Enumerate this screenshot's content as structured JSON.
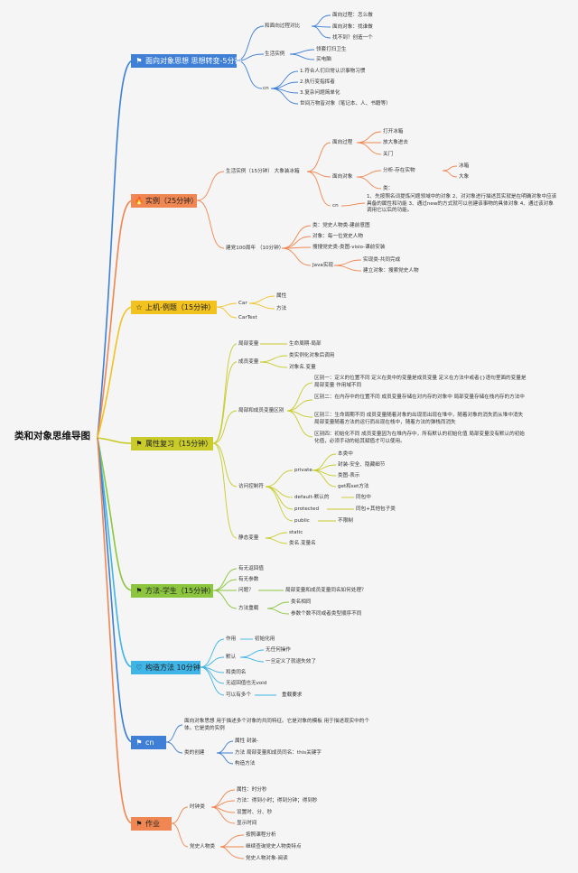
{
  "root": "类和对象思维导图",
  "branches": {
    "b1": {
      "label": "面向对象思想 思想转变-5分钟",
      "icon": "flag-icon",
      "color": "#3f7fd6"
    },
    "b2": {
      "label": "实例（25分钟）",
      "icon": "fire-icon",
      "color": "#f08651"
    },
    "b3": {
      "label": "上机-例题（15分钟）",
      "icon": "star-icon",
      "color": "#f2c21f"
    },
    "b4": {
      "label": "属性复习（15分钟）",
      "icon": "flag-icon",
      "color": "#c8cb2a"
    },
    "b5": {
      "label": "方法-学生（15分钟）",
      "icon": "flag-icon",
      "color": "#8cc63f"
    },
    "b6": {
      "label": "构造方法 10分钟",
      "icon": "heart-icon",
      "color": "#3fb4e6"
    },
    "b7": {
      "label": "cn",
      "icon": "flag-icon",
      "color": "#3f7fd6"
    },
    "b8": {
      "label": "作业",
      "icon": "flag-icon",
      "color": "#f08651"
    }
  },
  "nodes": {
    "b1": {
      "a": "和面向过程对比",
      "a1": "面向过程：怎么做",
      "a2": "面向对象：找谁做",
      "a3": "找不到？创造一个",
      "b": "生活实例",
      "b1": "领套打扫卫生",
      "b2": "买电脑",
      "c": "cn",
      "c1": "1.符合人们日常认识事物习惯",
      "c2": "2.执行变指挥者",
      "c3": "3.复杂问题简单化",
      "c4": "世间万物皆对象（笔记本、人、书籍等）"
    },
    "b2": {
      "a": "生活实例（15分钟） 大象装冰箱",
      "a1": "面向过程",
      "a1a": "打开冰箱",
      "a1b": "放大象进去",
      "a1c": "关门",
      "a2": "面向对象",
      "a2a": "分析-存在实物",
      "a2a1": "冰箱",
      "a2a2": "大象",
      "a2b": "类：",
      "a3": "cn",
      "a3t": "1、先按照名词提炼问题领域中的对象 2、对对象进行描述其实就是在明确对象中应该具备的属性和功能 3、通过new的方式就可以创建该事物的具体对象 4、通过该对象调用它以后的功能。",
      "b": "建党100周年 （10分钟）",
      "b1": "类：党史人物类-建前意图",
      "b2": "对象：每一位党史人物",
      "b3": "搜搜党史类-类图-visio-课前安装",
      "b4": "Java实现",
      "b4a": "实现类-共同完成",
      "b4b": "建立对象：搜索党史人物"
    },
    "b3": {
      "a": "Car",
      "a1": "属性",
      "a2": "方法",
      "b": "CarTest"
    },
    "b4": {
      "a": "局部变量",
      "a1": "生命周期-局部",
      "b": "成员变量",
      "b1": "类实例化对象后调用",
      "b2": "对象名.变量",
      "c": "局部和成员变量区别",
      "c1": "区别一：定义的位置不同 定义在类中的变量是成员变量 定义在方法中或者{}语句里面的变量是局部变量 作用域不同",
      "c2": "区别二：在内存中的位置不同 成员变量存储在对内存的对象中 局部变量存储在栈内存的方法中",
      "c3": "区别三：生命周期不同 成员变量随着对象的出现而出现在堆中，随着对象的消失而从堆中消失 局部变量随着方法的运行而出现在栈中，随着方法的弹栈而消失",
      "c4": "区别四：初始化不同 成员变量因为在堆内存中，所有默认的初始化值 局部变量没有默认的初始化值，必须手动的给其赋值才可以使用。",
      "d": "访问控制符",
      "d1": "private",
      "d1a": "本类中",
      "d1b": "封装-安全、隐藏细节",
      "d1c": "类图-表示",
      "d1d": "get和set方法",
      "d2": "default-默认的",
      "d2a": "同包中",
      "d3": "protected",
      "d3a": "同包+其他包子类",
      "d4": "public",
      "d4a": "不限制",
      "e": "静态变量",
      "e1": "static",
      "e2": "类名.变量名"
    },
    "b5": {
      "a": "有无返回值",
      "b": "有无参数",
      "c": "问题？",
      "c1": "局部变量和成员变量同名如何处理？",
      "d": "方法重载",
      "d1": "类名相同",
      "d2": "参数个数不同或者类型顺序不同"
    },
    "b6": {
      "a": "作用",
      "a1": "初始化用",
      "b": "默认",
      "b1": "无任何操作",
      "b2": "一旦定义了就退失效了",
      "c": "和类同名",
      "d": "无返回值也无void",
      "e": "可以有多个",
      "e1": "重载要求"
    },
    "b7": {
      "a": "面向对象思想 用于描述多个对象的共同特征。它是对象的模板 用于描述现实中的个体。它是类的实例",
      "b": "类的创建",
      "b1": "属性 封装-",
      "b2": "方法 局部变量和成员同名：this关键字",
      "b3": "构造方法"
    },
    "b8": {
      "a": "时钟类",
      "a1": "属性：时分秒",
      "a2": "方法：得到小时；得到分钟；得到秒",
      "a3": "设置时、分、秒",
      "a4": "显示时间",
      "b": "党史人物类",
      "b1": "按照课程分析",
      "b2": "继续查询党史人物类特点",
      "b3": "党史人物对象-阅读"
    }
  }
}
